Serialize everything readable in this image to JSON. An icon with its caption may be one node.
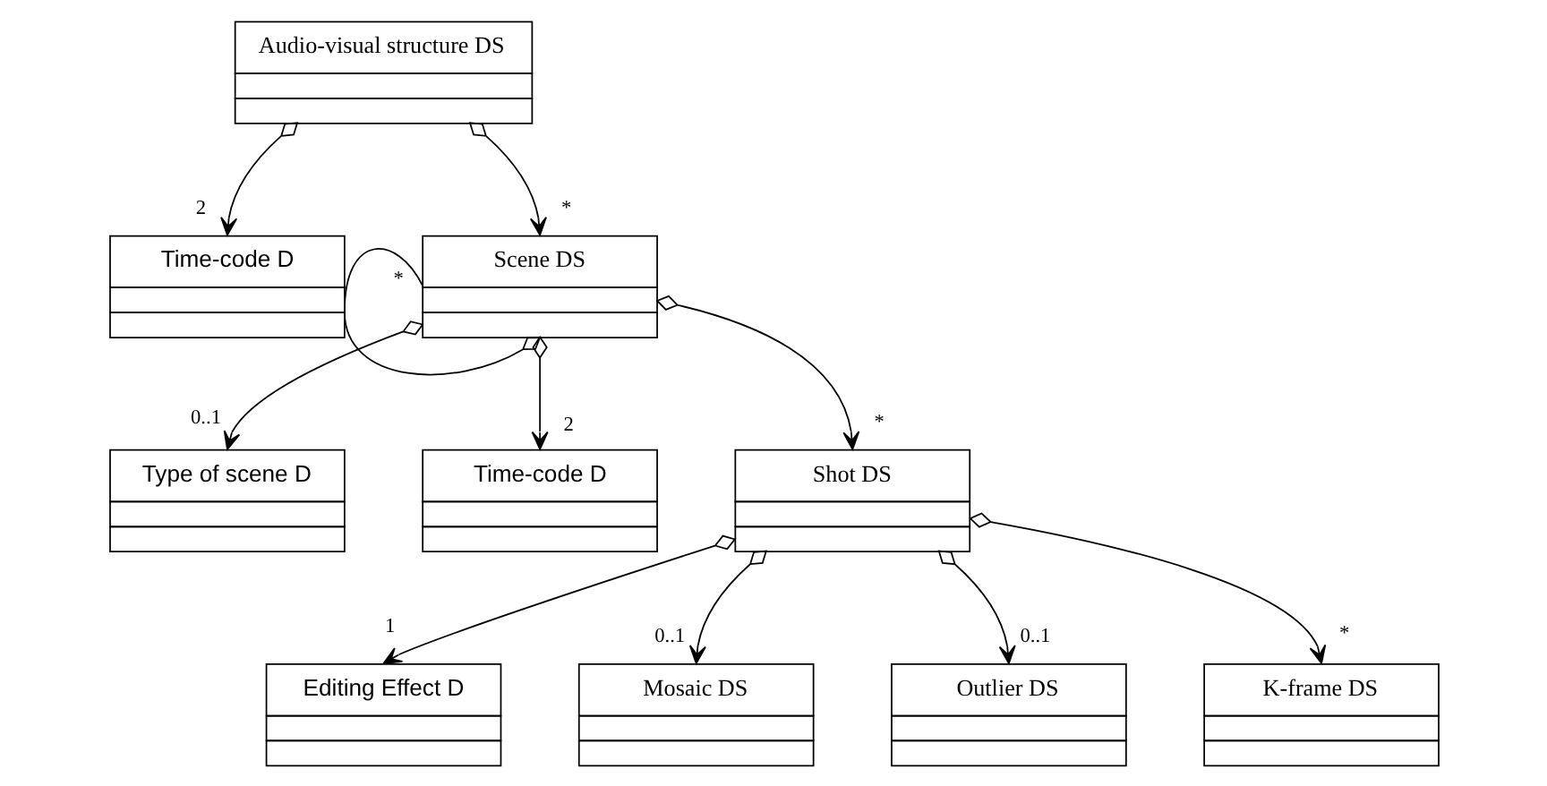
{
  "diagram": {
    "nodes": [
      {
        "text": [
          "Audio-visual structure DS"
        ]
      },
      {
        "text": [
          "Time-code D"
        ]
      },
      {
        "text": [
          "Scene DS"
        ]
      },
      {
        "text": [
          "Type of scene D"
        ]
      },
      {
        "text": [
          "Time-code D"
        ]
      },
      {
        "text": [
          "Shot DS"
        ]
      },
      {
        "text": [
          "Editing Effect D"
        ]
      },
      {
        "text": [
          "Mosaic DS"
        ]
      },
      {
        "text": [
          "Outlier DS"
        ]
      },
      {
        "text": [
          "K-frame DS"
        ]
      }
    ],
    "edges": [
      {
        "from": 0,
        "to": 1,
        "arrow": "to",
        "label": "2"
      },
      {
        "from": 0,
        "to": 2,
        "arrow": "to",
        "label": "*"
      },
      {
        "from": 2,
        "to": 2,
        "arrow": "other",
        "label": "*"
      },
      {
        "from": 2,
        "to": 3,
        "arrow": "to",
        "label": "0..1"
      },
      {
        "from": 2,
        "to": 4,
        "arrow": "to",
        "label": "2"
      },
      {
        "from": 2,
        "to": 5,
        "arrow": "to",
        "label": "*"
      },
      {
        "from": 5,
        "to": 6,
        "arrow": "to",
        "label": "1"
      },
      {
        "from": 5,
        "to": 7,
        "arrow": "to",
        "label": "0..1"
      },
      {
        "from": 5,
        "to": 8,
        "arrow": "to",
        "label": "0..1"
      },
      {
        "from": 5,
        "to": 9,
        "arrow": "to",
        "label": "*"
      }
    ]
  }
}
